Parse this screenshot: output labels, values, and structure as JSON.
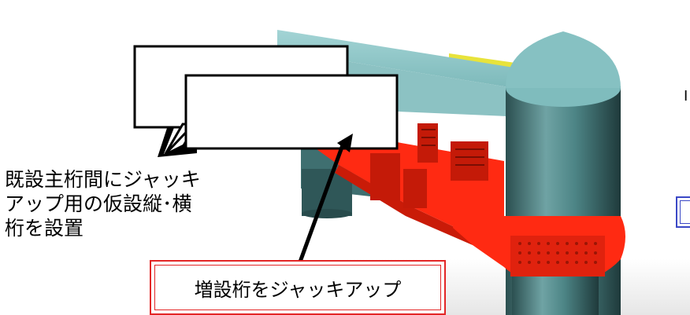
{
  "annotations": {
    "left_note": "既設主桁間にジャッキ\nアップ用の仮設縦･横\n桁を設置",
    "bottom_note": "増設桁をジャッキアップ",
    "right_fragment": "I"
  },
  "colors": {
    "girder_top": "#8fc7c8",
    "girder_side": "#5e9ea3",
    "pier": "#3f6f70",
    "new_girder": "#ff2a12",
    "temp_beam": "#e8e33b",
    "note_border": "#e32626",
    "blue_frame": "#3b48c6"
  }
}
